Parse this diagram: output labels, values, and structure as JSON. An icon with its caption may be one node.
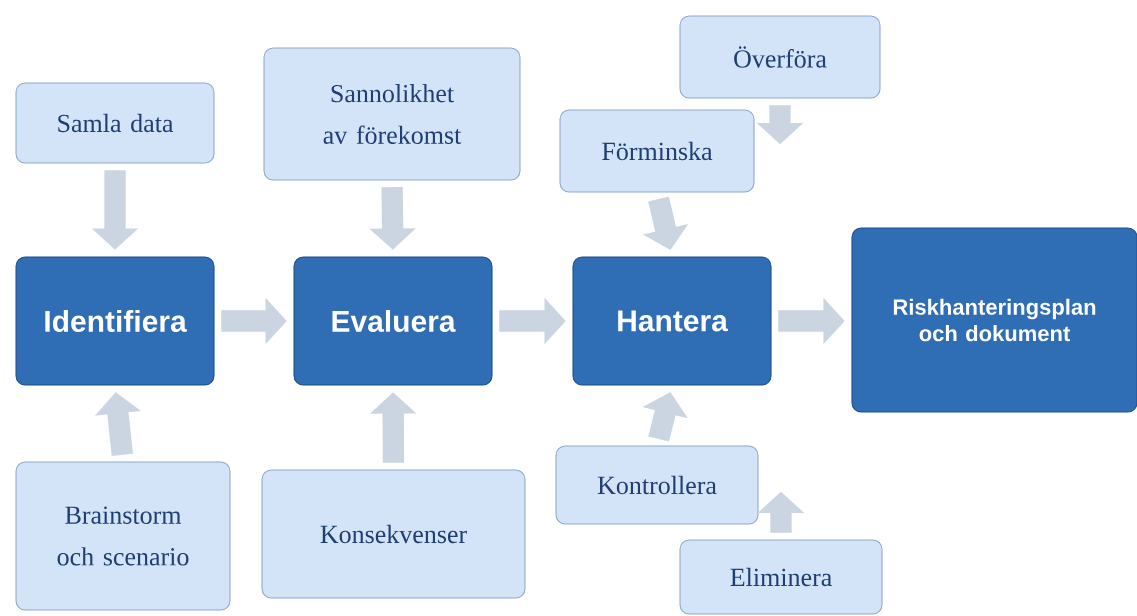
{
  "diagram": {
    "nodes": [
      {
        "text": [
          "Samla data"
        ]
      },
      {
        "text": [
          "Identifiera"
        ]
      },
      {
        "text": [
          "Brainstorm och scenario"
        ]
      },
      {
        "text": [
          "Sannolikhet av förekomst"
        ]
      },
      {
        "text": [
          "Evaluera"
        ]
      },
      {
        "text": [
          "Konsekvenser"
        ]
      },
      {
        "text": [
          "Överföra"
        ]
      },
      {
        "text": [
          "Förminska"
        ]
      },
      {
        "text": [
          "Hantera"
        ]
      },
      {
        "text": [
          "Riskhanteringsplan och dokument"
        ]
      },
      {
        "text": [
          "Kontrollera"
        ]
      },
      {
        "text": [
          "Eliminera"
        ]
      }
    ],
    "edges": [
      {
        "from": 0,
        "to": 1,
        "arrow": "to"
      },
      {
        "from": 2,
        "to": 1,
        "arrow": "to"
      },
      {
        "from": 1,
        "to": 4,
        "arrow": "to"
      },
      {
        "from": 3,
        "to": 4,
        "arrow": "to"
      },
      {
        "from": 5,
        "to": 4,
        "arrow": "to"
      },
      {
        "from": 4,
        "to": 8,
        "arrow": "to"
      },
      {
        "from": 6,
        "to": 7,
        "arrow": "to"
      },
      {
        "from": 7,
        "to": 8,
        "arrow": "to"
      },
      {
        "from": 10,
        "to": 8,
        "arrow": "to"
      },
      {
        "from": 11,
        "to": 10,
        "arrow": "to"
      },
      {
        "from": 8,
        "to": 9,
        "arrow": "to"
      }
    ]
  }
}
